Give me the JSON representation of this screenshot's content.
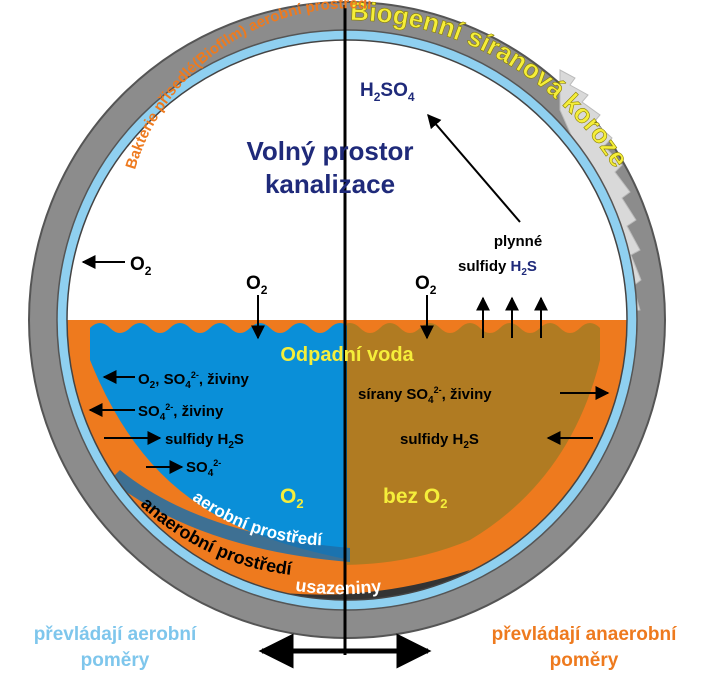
{
  "title": "Biogenní síranová koroze",
  "biofilm_label": "Bakterie přisedlé(Biofilm) aerobní prostředí",
  "sewer_space": {
    "line1": "Volný prostor",
    "line2": "kanalizace"
  },
  "h2so4": {
    "base": "H",
    "sub1": "2",
    "mid": "SO",
    "sub2": "4"
  },
  "gas_sulfides": {
    "line1": "plynné",
    "line2_text": "sulfidy ",
    "line2_h": "H",
    "line2_sub": "2",
    "line2_s": "S"
  },
  "o2": {
    "base": "O",
    "sub": "2"
  },
  "wastewater": "Odpadní voda",
  "left_water": {
    "row1": {
      "a": "O",
      "a_sub": "2",
      "b": ", SO",
      "b_sub": "4",
      "b_sup": "2-",
      "c": ", živiny"
    },
    "row2": {
      "b": "SO",
      "b_sub": "4",
      "b_sup": "2-",
      "c": ", živiny"
    },
    "row3": {
      "text": "sulfidy H",
      "sub": "2",
      "end": "S"
    },
    "row4": {
      "b": "SO",
      "b_sub": "4",
      "b_sup": "2-"
    }
  },
  "right_water": {
    "row1": {
      "text": "sírany SO",
      "sub": "4",
      "sup": "2-",
      "end": ", živiny"
    },
    "row2": {
      "text": "sulfidy H",
      "sub": "2",
      "end": "S"
    }
  },
  "o2_left_label": {
    "base": "O",
    "sub": "2"
  },
  "no_o2_label": {
    "base": "bez O",
    "sub": "2"
  },
  "aerobic_env": "aerobní prostředí",
  "anaerobic_env": "anaerobní prostředí",
  "sediments": "usazeniny",
  "bottom_left": {
    "line1": "převládají aerobní",
    "line2": "poměry"
  },
  "bottom_right": {
    "line1": "převládají anaerobní",
    "line2": "poměry"
  },
  "colors": {
    "pipe": "#8c8c8c",
    "biofilm": "#8fd0f0",
    "orange": "#ee7a1e",
    "aerobic_water": "#0a8fd8",
    "anaerobic_water": "#b07b22",
    "navy": "#1f2a7a",
    "yellow": "#f5ee3a",
    "light_blue_text": "#7ec6ec"
  }
}
